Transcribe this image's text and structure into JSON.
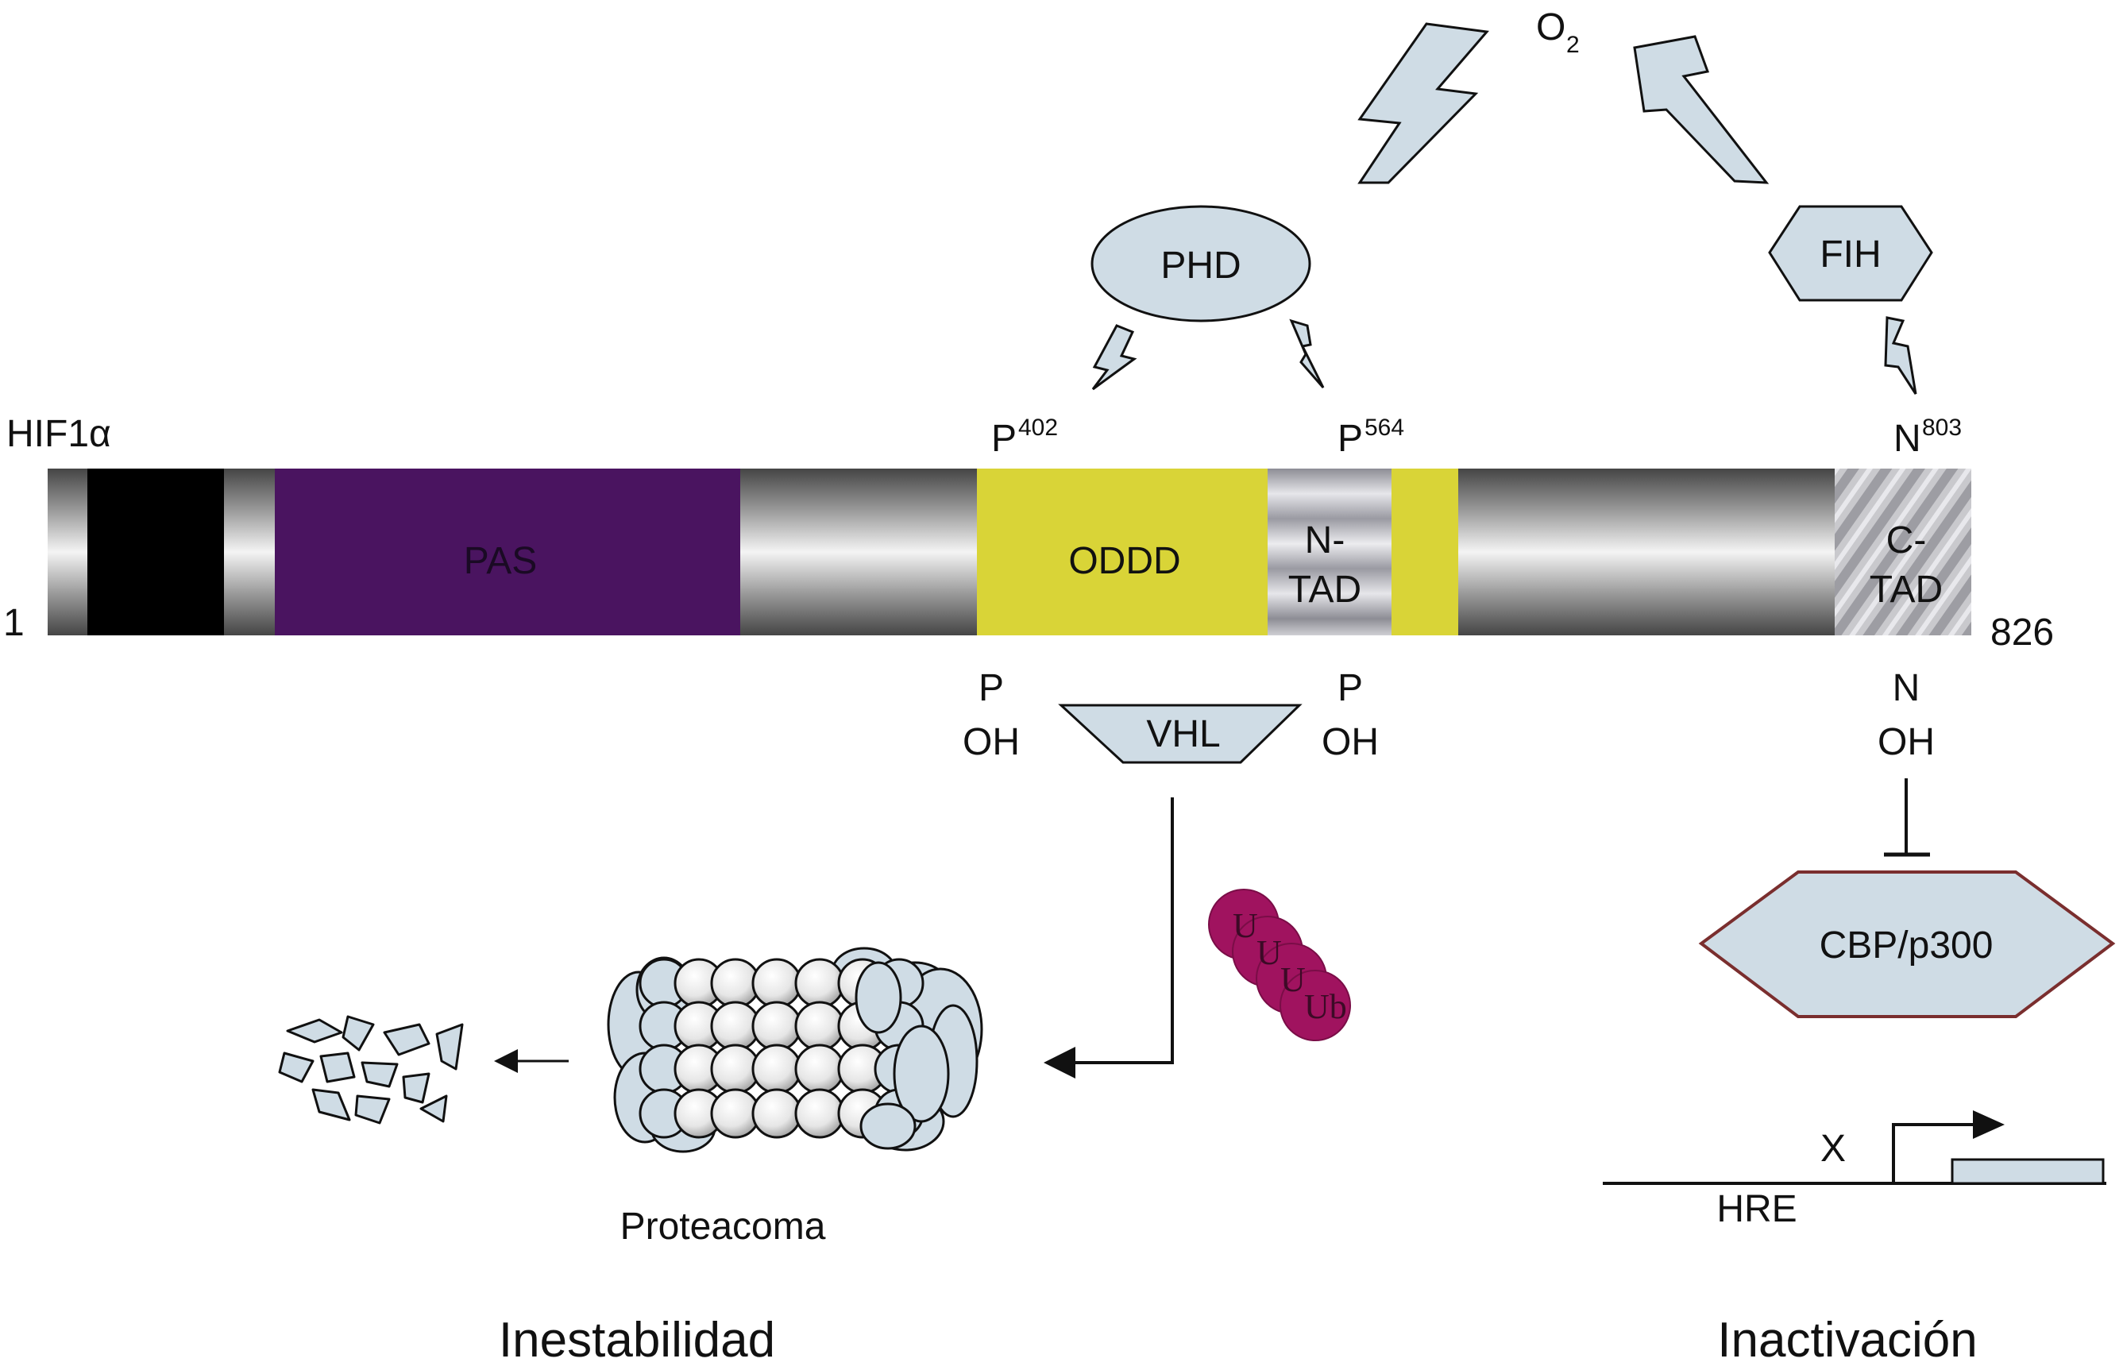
{
  "protein": {
    "name": "HIF1α",
    "start": "1",
    "end": "826",
    "domains": {
      "pas": "PAS",
      "oddd": "ODDD",
      "ntad": "N-\nTAD",
      "ctad": "C-\nTAD"
    }
  },
  "oxygen": {
    "base": "O",
    "sub": "2"
  },
  "enzymes": {
    "phd": "PHD",
    "fih": "FIH",
    "vhl": "VHL",
    "cbp": "CBP/p300"
  },
  "sites": {
    "p402": {
      "base": "P",
      "sup": "402"
    },
    "p564": {
      "base": "P",
      "sup": "564"
    },
    "n803": {
      "base": "N",
      "sup": "803"
    }
  },
  "hydroxyl": {
    "left": {
      "residue": "P",
      "group": "OH"
    },
    "mid": {
      "residue": "P",
      "group": "OH"
    },
    "right": {
      "residue": "N",
      "group": "OH"
    }
  },
  "ubiquitin": [
    "U",
    "U",
    "U",
    "Ub"
  ],
  "proteasome_label": "Proteacoma",
  "promoter": {
    "block": "X",
    "element": "HRE"
  },
  "outcomes": {
    "left": "Inestabilidad",
    "right": "Inactivación"
  },
  "colors": {
    "pas": "#4a1460",
    "oddd": "#d9d437",
    "enzyme_fill": "#cfdce5",
    "ubiquitin": "#a0135f",
    "cbp_border": "#7a2e2e",
    "bar_dark": "#444444",
    "bar_light": "#f2f2f2"
  },
  "icons": [
    "lightning-bolt-icon",
    "proteasome-icon",
    "fragments-icon",
    "arrow-icon",
    "inhibition-icon"
  ]
}
